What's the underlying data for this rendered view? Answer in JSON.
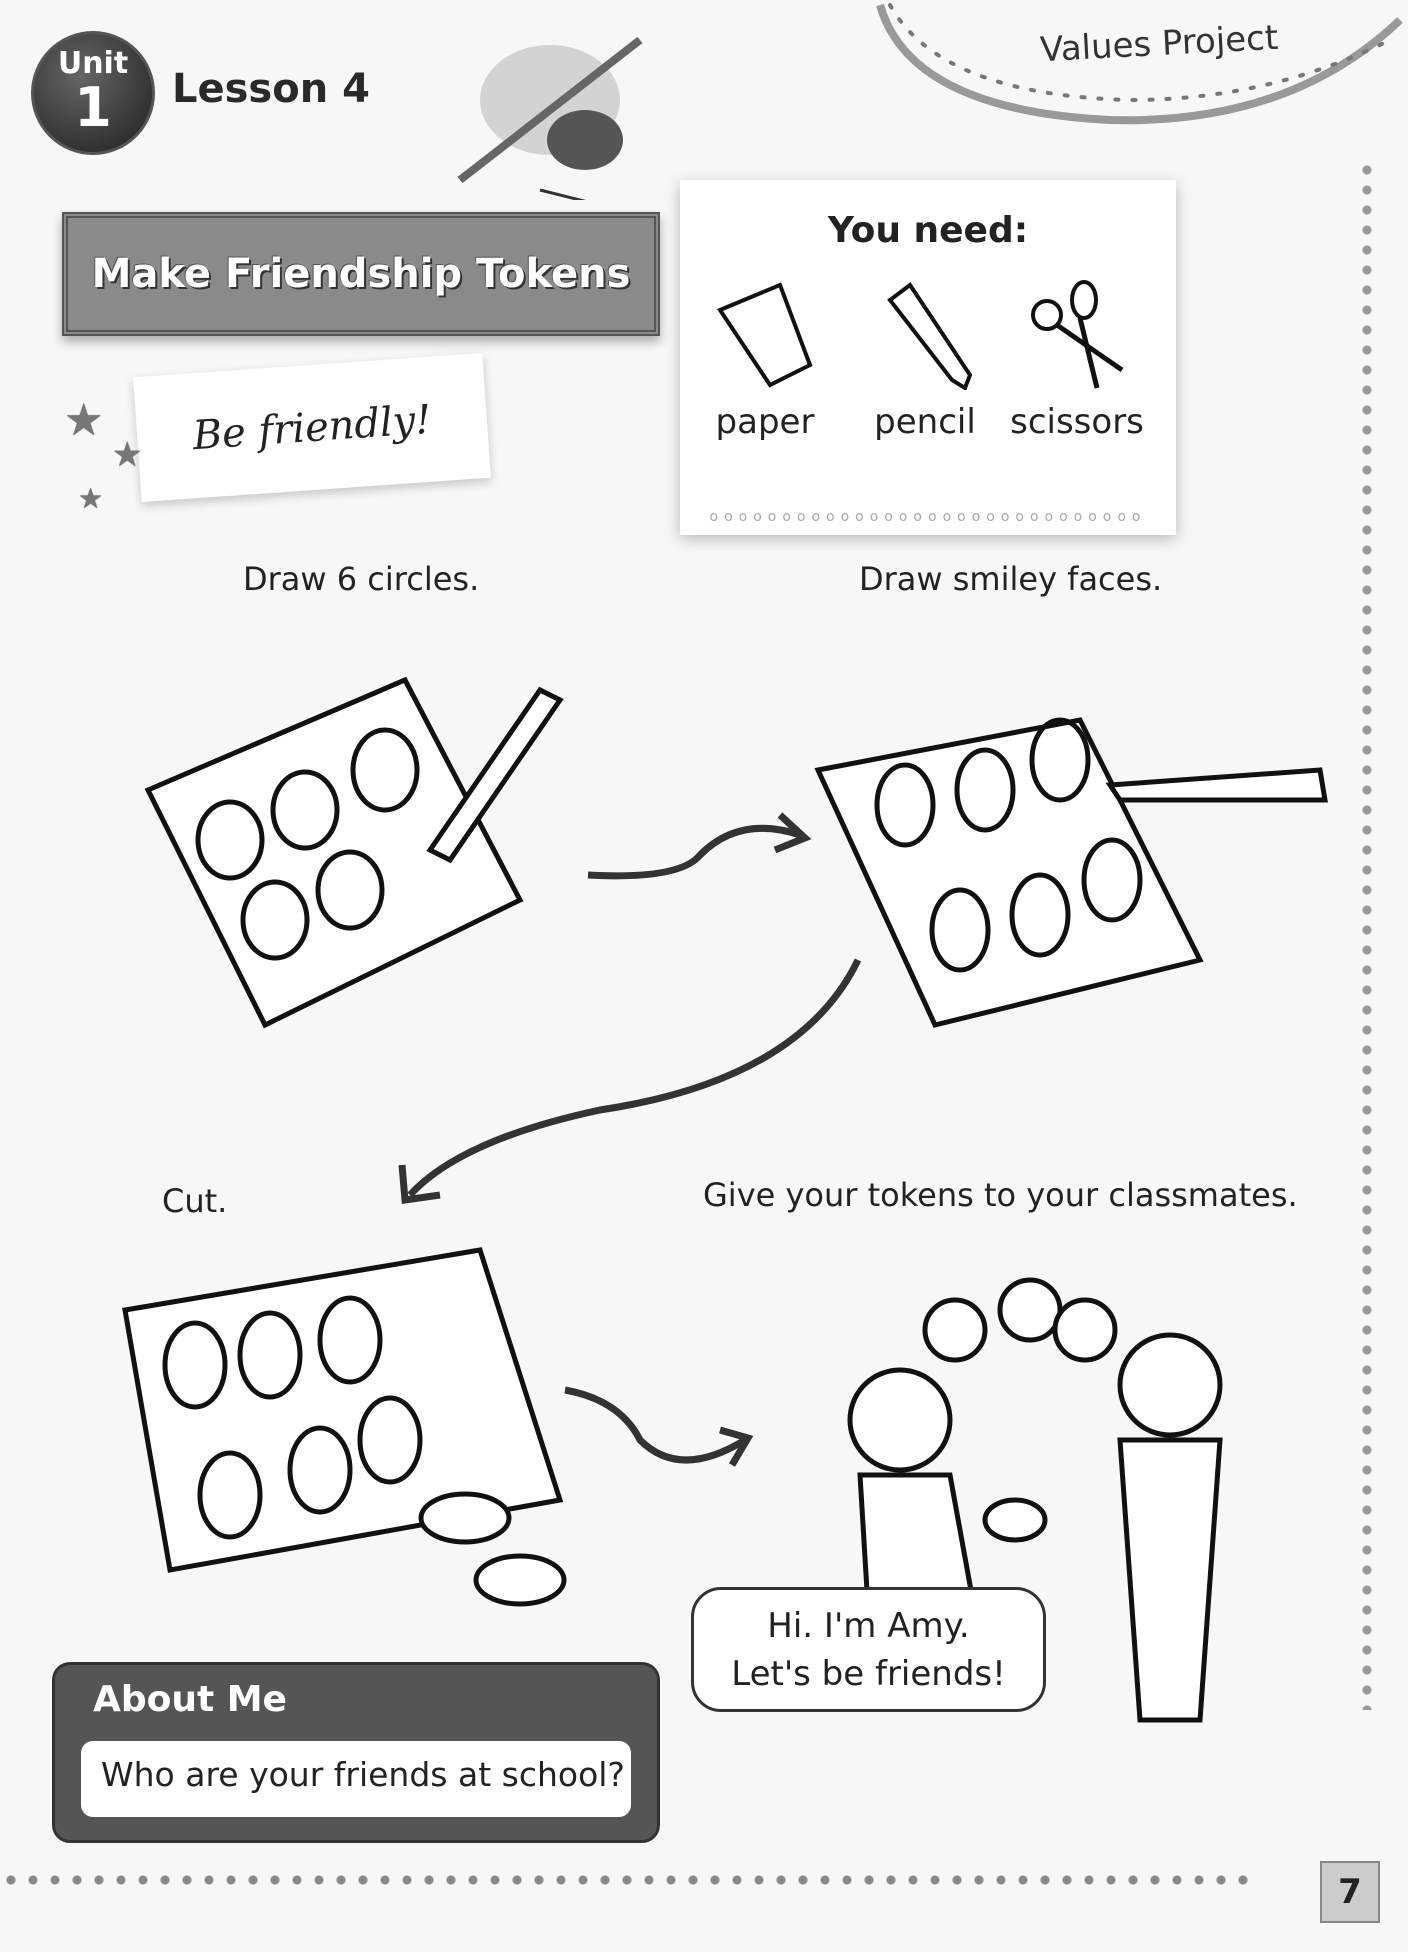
{
  "header": {
    "unit_label": "Unit",
    "unit_number": "1",
    "lesson": "Lesson 4",
    "section": "Values Project"
  },
  "title": "Make Friendship Tokens",
  "value_note": "Be friendly!",
  "you_need": {
    "title": "You need:",
    "items": [
      {
        "label": "paper",
        "icon": "paper-icon"
      },
      {
        "label": "pencil",
        "icon": "pencil-icon"
      },
      {
        "label": "scissors",
        "icon": "scissors-icon"
      }
    ]
  },
  "steps": [
    "Draw 6 circles.",
    "Draw smiley faces.",
    "Cut.",
    "Give your tokens to your classmates."
  ],
  "speech_bubble": {
    "line1": "Hi. I'm Amy.",
    "line2": "Let's be friends!"
  },
  "about_me": {
    "title": "About Me",
    "question": "Who are your friends at school?"
  },
  "page_number": "7"
}
